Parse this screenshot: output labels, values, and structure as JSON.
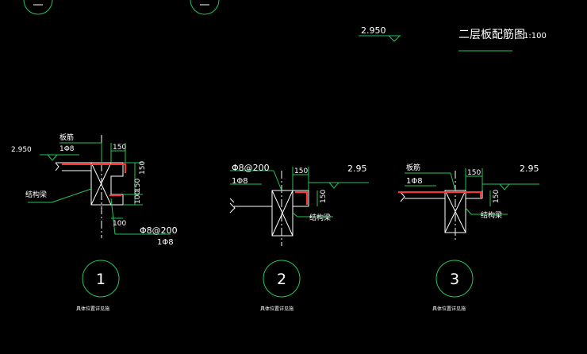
{
  "colors": {
    "bg": "#000000",
    "line": "#ffffff",
    "dim": "#22c55e",
    "accent": "#ff3333",
    "circle": "#22c55e"
  },
  "header": {
    "level_mark": "2.950",
    "title": "二层板配筋图",
    "scale": "1:100"
  },
  "detail1": {
    "label_plate": "板筋",
    "label_bar": "1Φ8",
    "level": "2.950",
    "dim_top": "150",
    "dim_side1": "150",
    "dim_side2": "150",
    "dim_side3": "100",
    "dim_bottom": "100",
    "label_beam": "结构梁",
    "stirrup": "Φ8@200",
    "stirrup_bar": "1Φ8",
    "number": "1",
    "caption": "具体位置详见施"
  },
  "detail2": {
    "stirrup": "Φ8@200",
    "bar": "1Φ8",
    "dim_top": "150",
    "dim_side": "150",
    "level": "2.95",
    "label_beam": "结构梁",
    "number": "2",
    "caption": "具体位置详见施"
  },
  "detail3": {
    "label_plate": "板筋",
    "bar": "1Φ8",
    "dim_top": "150",
    "dim_side": "150",
    "level": "2.95",
    "label_beam": "结构梁",
    "number": "3",
    "caption": "具体位置详见施"
  }
}
